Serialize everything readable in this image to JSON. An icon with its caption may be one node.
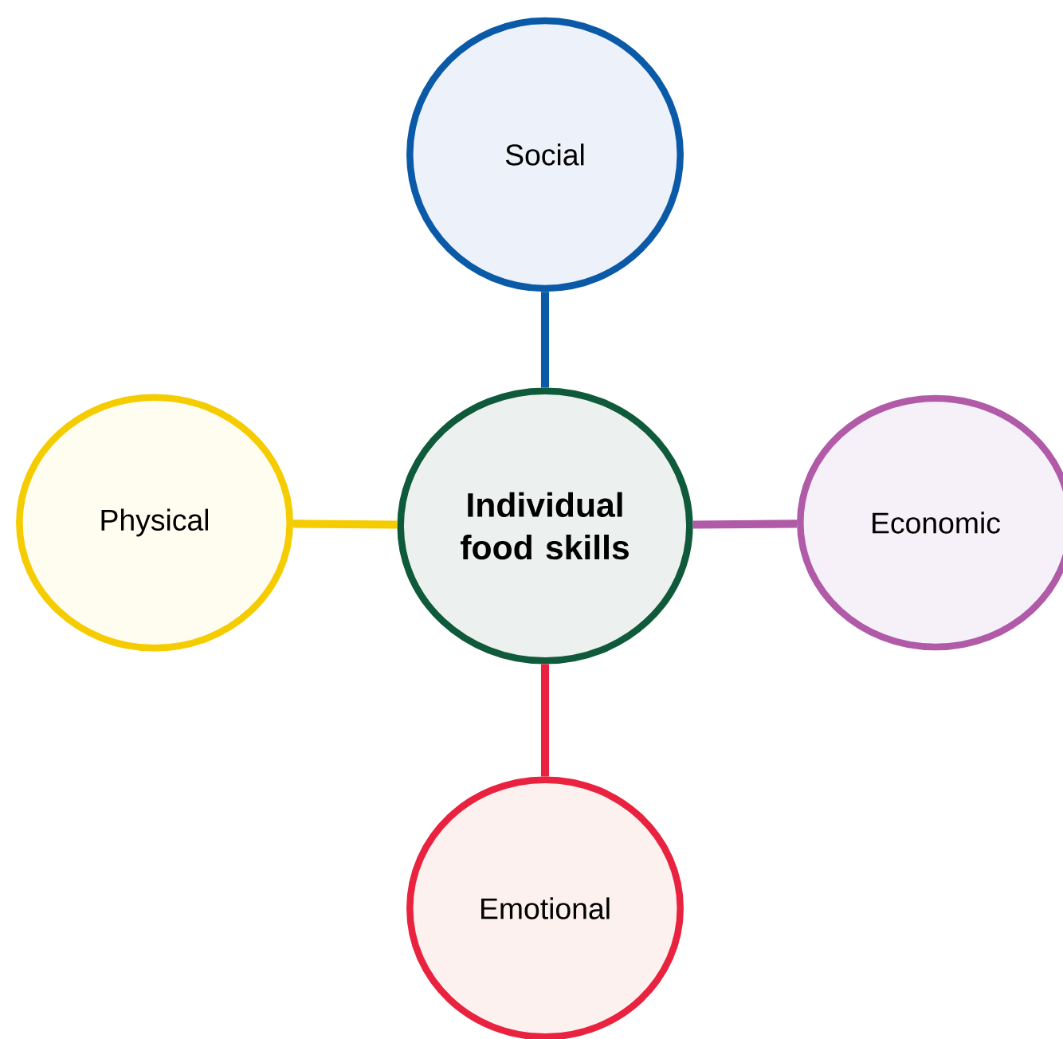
{
  "diagram": {
    "nodes": [
      {
        "text": [
          "Social"
        ]
      },
      {
        "text": [
          "Physical"
        ]
      },
      {
        "text": [
          "Individual food skills"
        ]
      },
      {
        "text": [
          "Economic"
        ]
      },
      {
        "text": [
          "Emotional"
        ]
      }
    ],
    "edges": [
      {
        "from": 2,
        "to": 0,
        "arrow": "none",
        "color": "#0a5aa8"
      },
      {
        "from": 2,
        "to": 1,
        "arrow": "none",
        "color": "#f5cc00"
      },
      {
        "from": 2,
        "to": 3,
        "arrow": "none",
        "color": "#b05aa8"
      },
      {
        "from": 2,
        "to": 4,
        "arrow": "none",
        "color": "#e8223f"
      }
    ]
  }
}
